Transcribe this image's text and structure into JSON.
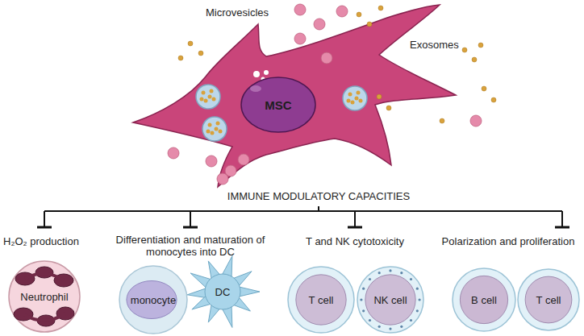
{
  "diagram": {
    "nodes": [
      {
        "text": [
          "MSC"
        ]
      },
      {
        "text": [
          "Neutrophil"
        ]
      },
      {
        "text": [
          "monocyte"
        ]
      },
      {
        "text": [
          "DC"
        ]
      },
      {
        "text": [
          "T cell"
        ]
      },
      {
        "text": [
          "NK cell"
        ]
      },
      {
        "text": [
          "B cell"
        ]
      },
      {
        "text": [
          "T cell"
        ]
      }
    ],
    "labels": [
      "Microvesicles",
      "Exosomes",
      "IMMUNE MODULATORY CAPACITIES",
      "H₂O₂ production",
      "Differentiation and maturation of monocytes into DC",
      "T and NK cytotoxicity",
      "Polarization and proliferation"
    ]
  }
}
